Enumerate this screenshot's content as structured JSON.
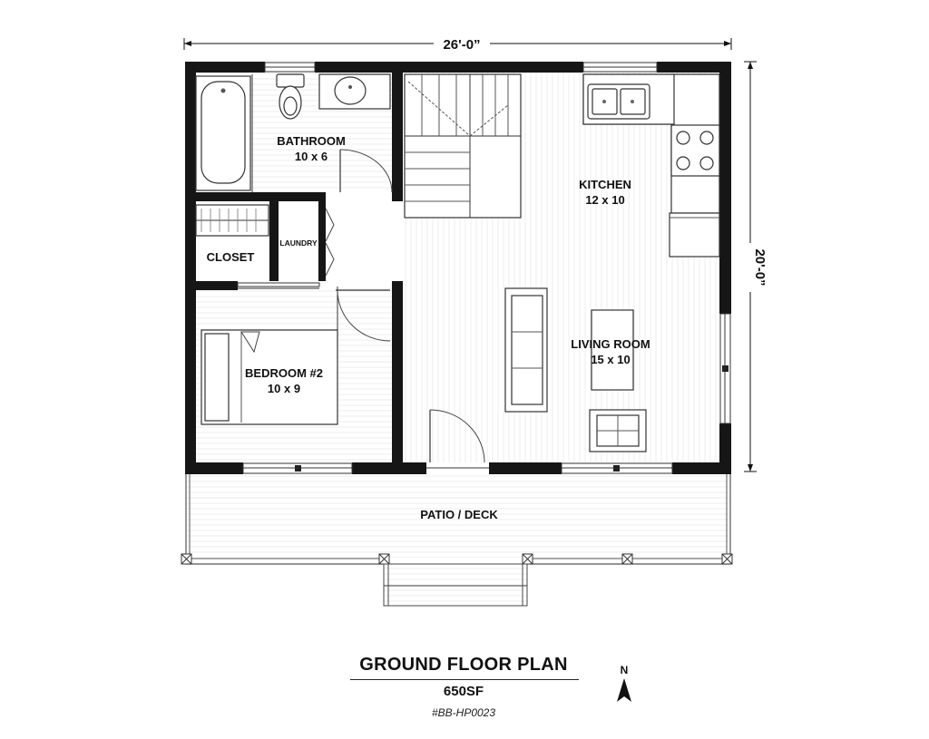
{
  "dimensions": {
    "width": "26'-0”",
    "depth": "20'-0”"
  },
  "rooms": {
    "bathroom": {
      "name": "BATHROOM",
      "size": "10 x 6"
    },
    "kitchen": {
      "name": "KITCHEN",
      "size": "12 x 10"
    },
    "closet": {
      "name": "CLOSET"
    },
    "laundry": {
      "name": "LAUNDRY"
    },
    "bedroom": {
      "name": "BEDROOM #2",
      "size": "10 x 9"
    },
    "living": {
      "name": "LIVING ROOM",
      "size": "15 x 10"
    },
    "patio": {
      "name": "PATIO / DECK"
    }
  },
  "title_block": {
    "title": "GROUND FLOOR PLAN",
    "area": "650SF",
    "plan_number": "#BB-HP0023"
  },
  "north_arrow": {
    "letter": "N"
  },
  "colors": {
    "wall": "#161616",
    "floor_lines": "#e8e8e8",
    "background": "#ffffff"
  }
}
